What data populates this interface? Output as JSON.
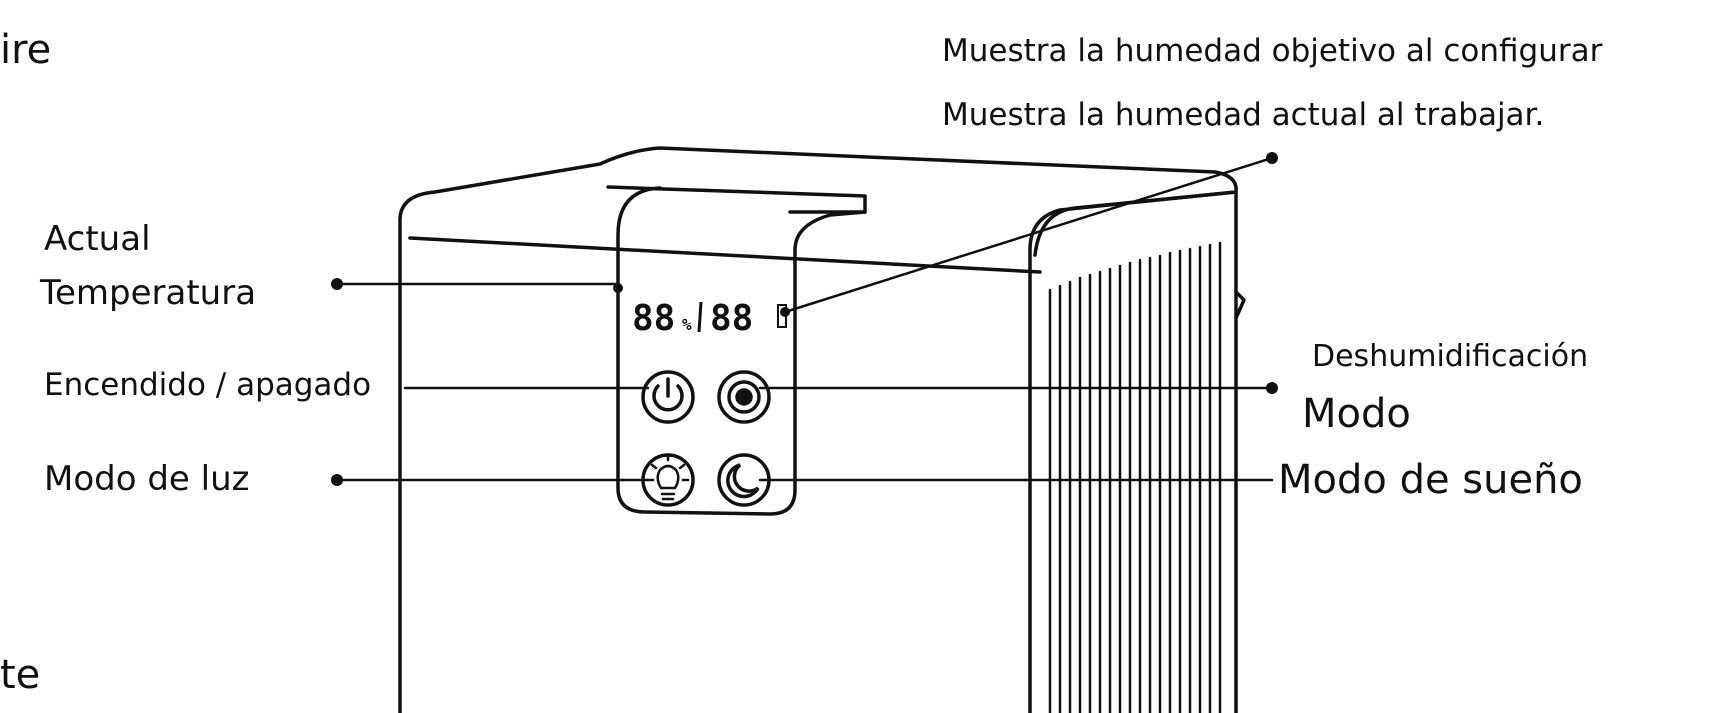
{
  "labels": {
    "partial_top": "ire",
    "partial_bottom": "te",
    "target_humidity": "Muestra la humedad objetivo al configurar",
    "current_humidity": "Muestra la humedad actual al trabajar.",
    "temperature_line1": "Actual",
    "temperature_line2": "Temperatura",
    "power": "Encendido / apagado",
    "light_mode": "Modo de luz",
    "dehumid_line1": "Deshumidificación",
    "dehumid_line2": "Modo",
    "sleep_mode": "Modo de sueño"
  },
  "display": {
    "humidity_digits": "88",
    "humidity_unit": "%",
    "temp_digits": "88"
  },
  "icons": [
    "power-icon",
    "dehumidify-mode-icon",
    "light-bulb-icon",
    "moon-icon"
  ],
  "colors": {
    "ink": "#111111",
    "background": "#ffffff"
  }
}
